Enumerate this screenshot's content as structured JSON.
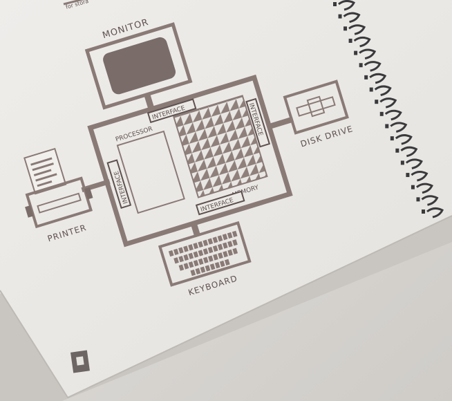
{
  "intro_fragment": "for stora",
  "labels": {
    "monitor": "MONITOR",
    "disk_drive": "DISK DRIVE",
    "printer": "PRINTER",
    "keyboard": "KEYBOARD",
    "processor": "PROCESSOR",
    "memory": "MEMORY",
    "interface": "INTERFACE"
  },
  "colors": {
    "ink": "#8a7a76",
    "ink_dark": "#5e5150",
    "page": "#ebe9e5",
    "background": "#d9d6d2",
    "spiral": "#3a3a3c"
  }
}
